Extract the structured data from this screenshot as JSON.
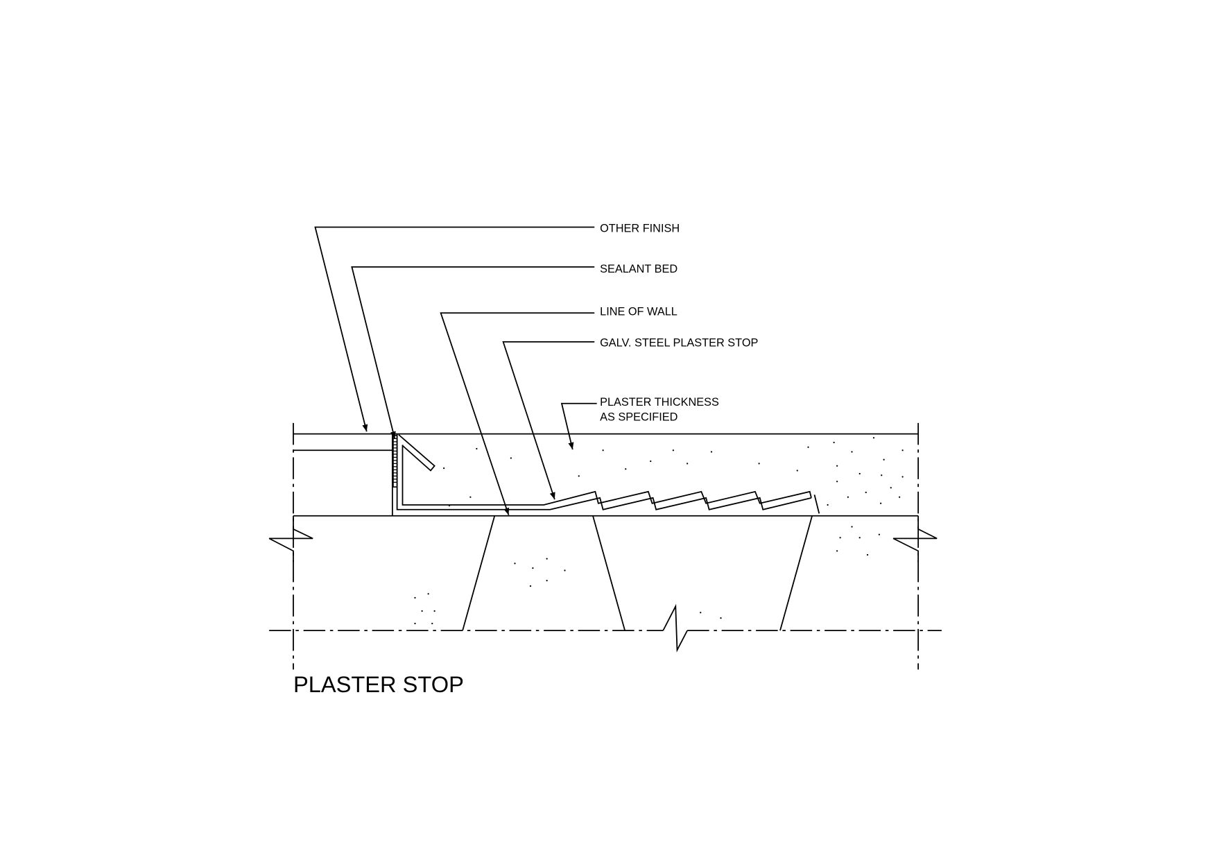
{
  "title": "PLASTER STOP",
  "labels": {
    "other_finish": "OTHER FINISH",
    "sealant_bed": "SEALANT BED",
    "line_of_wall": "LINE OF WALL",
    "plaster_stop": "GALV. STEEL PLASTER STOP",
    "plaster_thickness_1": "PLASTER THICKNESS",
    "plaster_thickness_2": "AS SPECIFIED"
  }
}
